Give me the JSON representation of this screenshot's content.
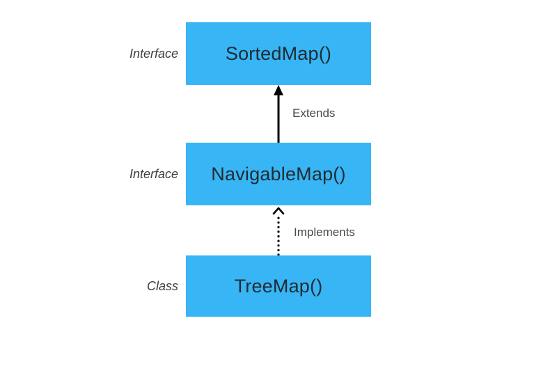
{
  "diagram": {
    "type": "class-hierarchy",
    "nodes": [
      {
        "stereotype": "Interface",
        "name": "SortedMap()"
      },
      {
        "stereotype": "Interface",
        "name": "NavigableMap()"
      },
      {
        "stereotype": "Class",
        "name": "TreeMap()"
      }
    ],
    "edges": [
      {
        "from": "NavigableMap()",
        "to": "SortedMap()",
        "label": "Extends",
        "style": "solid",
        "arrowhead": "filled-triangle"
      },
      {
        "from": "TreeMap()",
        "to": "NavigableMap()",
        "label": "Implements",
        "style": "dotted",
        "arrowhead": "open-chevron"
      }
    ],
    "colors": {
      "background": "#ffffff",
      "node_fill": "#38b5f4",
      "node_text": "#1e2b33",
      "side_label_text": "#3d3d3d",
      "edge_label_text": "#4a4a4a",
      "arrow": "#000000"
    }
  }
}
